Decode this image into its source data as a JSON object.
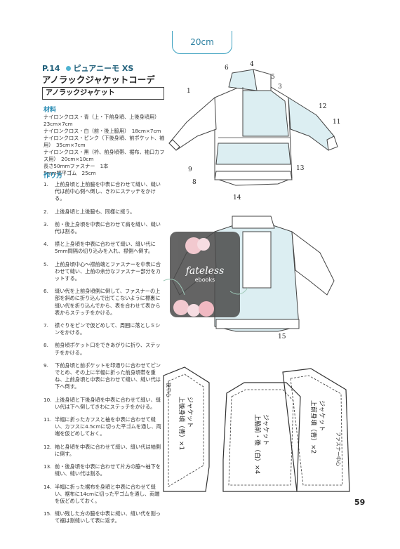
{
  "size_tab": "20cm",
  "header": {
    "page_ref": "P.14",
    "doll": "ピュアニーモ XS",
    "title": "アノラックジャケットコーデ",
    "item": "アノラックジャケット"
  },
  "materials_heading": "材料",
  "materials": [
    "ナイロンクロス・青（上・下前身頃、上後身頃用）　23cm×7cm",
    "ナイロンクロス・白（前・後上脇用）　18cm×7cm",
    "ナイロンクロス・ピンク（下後身頃、前ポケット、袖用）　35cm×7cm",
    "ナイロンクロス・黒（衿、前身頃帯、裾布、袖口カフス用）　20cm×10cm",
    "長さ50mmファスナー　1本",
    "5mm幅平ゴム　25cm"
  ],
  "steps_heading": "作り方",
  "steps": [
    {
      "n": "1.",
      "t": "上前身頃と上前脇を中表に合わせて縫い、縫い代は前中心側へ倒し、きわにステッチをかける。"
    },
    {
      "n": "2.",
      "t": "上後身頃と上後脇も、同様に縫う。"
    },
    {
      "n": "3.",
      "t": "前・後上身頃を中表に合わせて肩を縫い、縫い代は割る。"
    },
    {
      "n": "4.",
      "t": "襟と上身頃を中表に合わせて縫い、縫い代に5mm間隔の切り込みを入れ、襟側へ倒す。"
    },
    {
      "n": "5.",
      "t": "上前身頃中心～襟前端とファスナーを中表に合わせて縫い、上前の余分なファスナー部分をカットする。"
    },
    {
      "n": "6.",
      "t": "縫い代を上前身頃側に倒して、ファスナーの上部を斜めに折り込んで出てこないように標裏に縫い代を折り込んでから、表を合わせて表から表からステッチをかける。"
    },
    {
      "n": "7.",
      "t": "襟ぐりをピンで仮どめして、周囲に落としミシンをかける。"
    },
    {
      "n": "8.",
      "t": "前身頃ポケット口をできあがりに折り、ステッチをかける。"
    },
    {
      "n": "9.",
      "t": "下前身頃と前ポケットを印通りに合わせてピンでとめ、その上に半幅に折った前身頃帯を重ね、上前身頃と中表に合わせて縫い、縫い代は下へ倒す。"
    },
    {
      "n": "10.",
      "t": "上後身頃と下後身頃を中表に合わせて縫い、縫い代は下へ倒してきわにステッチをかける。"
    },
    {
      "n": "11.",
      "t": "半幅に折ったカフスと袖を中表に合わせて縫い、カフスに4.5cmに切った平ゴムを通し、両端を仮どめしておく。"
    },
    {
      "n": "12.",
      "t": "袖と身頃を中表に合わせて縫い、縫い代は袖側に倒す。"
    },
    {
      "n": "13.",
      "t": "前・後身頃を中表に合わせて片方の脇～袖下を縫い、縫い代は割る。"
    },
    {
      "n": "14.",
      "t": "半幅に折った裾布を身頃と中表に合わせて縫い、裾布に14cmに切った平ゴムを通し、両端を仮どめしておく。"
    },
    {
      "n": "15.",
      "t": "縫い残した方の脇を中表に縫い、縫い代を割って裾は割縫いして表に返す。"
    }
  ],
  "callouts_front": [
    "1",
    "4",
    "5",
    "3",
    "6",
    "12",
    "11",
    "9",
    "13",
    "8",
    "14"
  ],
  "callouts_back": [
    "15"
  ],
  "watermark": {
    "line1": "fateless",
    "line2": "ebooks"
  },
  "patterns": [
    {
      "name": "ジャケット",
      "part": "上後身頃（青）×1",
      "center": "後中心"
    },
    {
      "name": "ジャケット",
      "part": "上脇前・後（白）×4",
      "center": ""
    },
    {
      "name": "ジャケット",
      "part": "上前身頃（青）×2",
      "center": "ファスナー中心"
    }
  ],
  "page_number": "59",
  "colors": {
    "accent": "#3aa0bf",
    "jacket_blue": "#dceef2",
    "jacket_white": "#ffffff",
    "dark": "#555555"
  }
}
